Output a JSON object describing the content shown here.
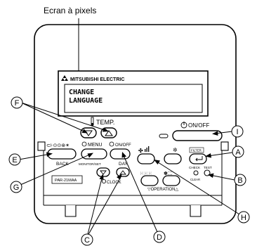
{
  "caption": "Ecran à pixels",
  "brand": "MITSUBISHI ELECTRIC",
  "lcd_lines": [
    "CHANGE",
    "LANGUAGE"
  ],
  "labels": {
    "temp": "TEMP.",
    "on_off": "ON/OFF",
    "filter": "FILTER",
    "check": "CHECK",
    "test": "TEST",
    "clear": "CLEAR",
    "menu": "MENU",
    "on_off_small": "ON/OFF",
    "back": "BACK",
    "monitor_set": "MONITOR/SET",
    "day": "DAY",
    "clock": "CLOCK",
    "operation": "OPERATION",
    "model": "PAR-21MAA"
  },
  "callouts": [
    "F",
    "E",
    "G",
    "C",
    "D",
    "I",
    "A",
    "B",
    "H"
  ]
}
